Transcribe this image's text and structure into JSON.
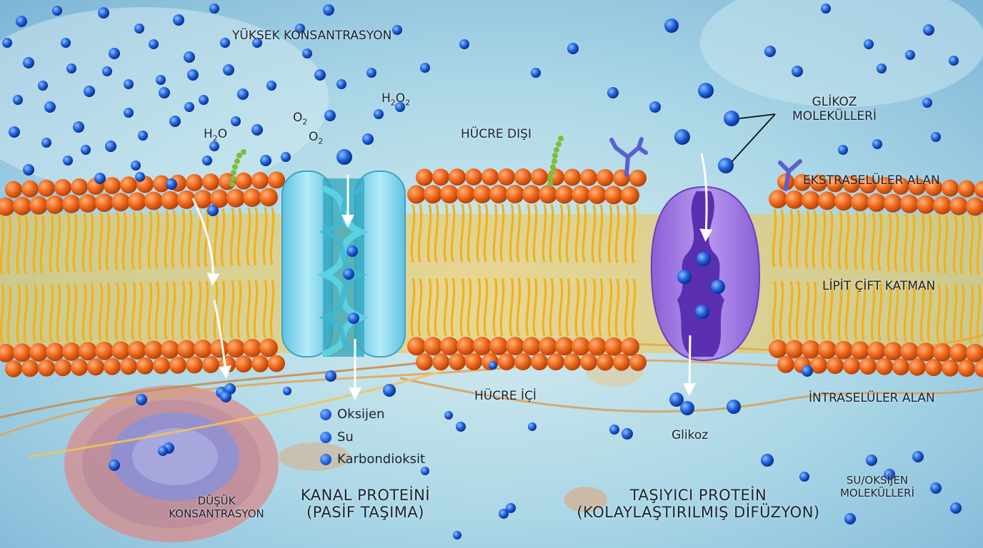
{
  "labels": {
    "high_concentration": "YÜKSEK KONSANTRASYON",
    "low_concentration_line1": "DÜŞÜK",
    "low_concentration_line2": "KONSANTRASYON",
    "extracellular": "HÜCRE DIŞI",
    "intracellular": "HÜCRE İÇİ",
    "glucose_molecules_line1": "GLİKOZ",
    "glucose_molecules_line2": "MOLEKÜLLERİ",
    "extracellular_space": "EKSTRASELÜLER ALAN",
    "lipid_bilayer": "LİPİT ÇİFT KATMAN",
    "intracellular_space": "İNTRASELÜLER ALAN",
    "water_oxygen_line1": "SU/OKSİJEN",
    "water_oxygen_line2": "MOLEKÜLLERİ",
    "glucose": "Glikoz",
    "channel_protein_line1": "KANAL PROTEİNİ",
    "channel_protein_line2": "(PASİF TAŞIMA)",
    "carrier_protein_line1": "TAŞIYICI PROTEİN",
    "carrier_protein_line2": "(KOLAYLAŞTIRILMIŞ DİFÜZYON)"
  },
  "chemicals": {
    "water": {
      "base": "H",
      "sub": "2",
      "tail": "O"
    },
    "oxygen_a": {
      "base": "O",
      "sub": "2"
    },
    "oxygen_b": {
      "base": "O",
      "sub": "2"
    },
    "peroxide": {
      "base": "H",
      "sub": "2",
      "mid": "O",
      "sub2": "2"
    }
  },
  "legend": [
    {
      "label": "Oksijen"
    },
    {
      "label": "Su"
    },
    {
      "label": "Karbondioksit"
    }
  ],
  "colors": {
    "head": "#f06a1c",
    "tail": "#f0b21c",
    "channel": "#8fd8ee",
    "carrier": "#9b73e0",
    "molecule": "#1f5ee0"
  }
}
